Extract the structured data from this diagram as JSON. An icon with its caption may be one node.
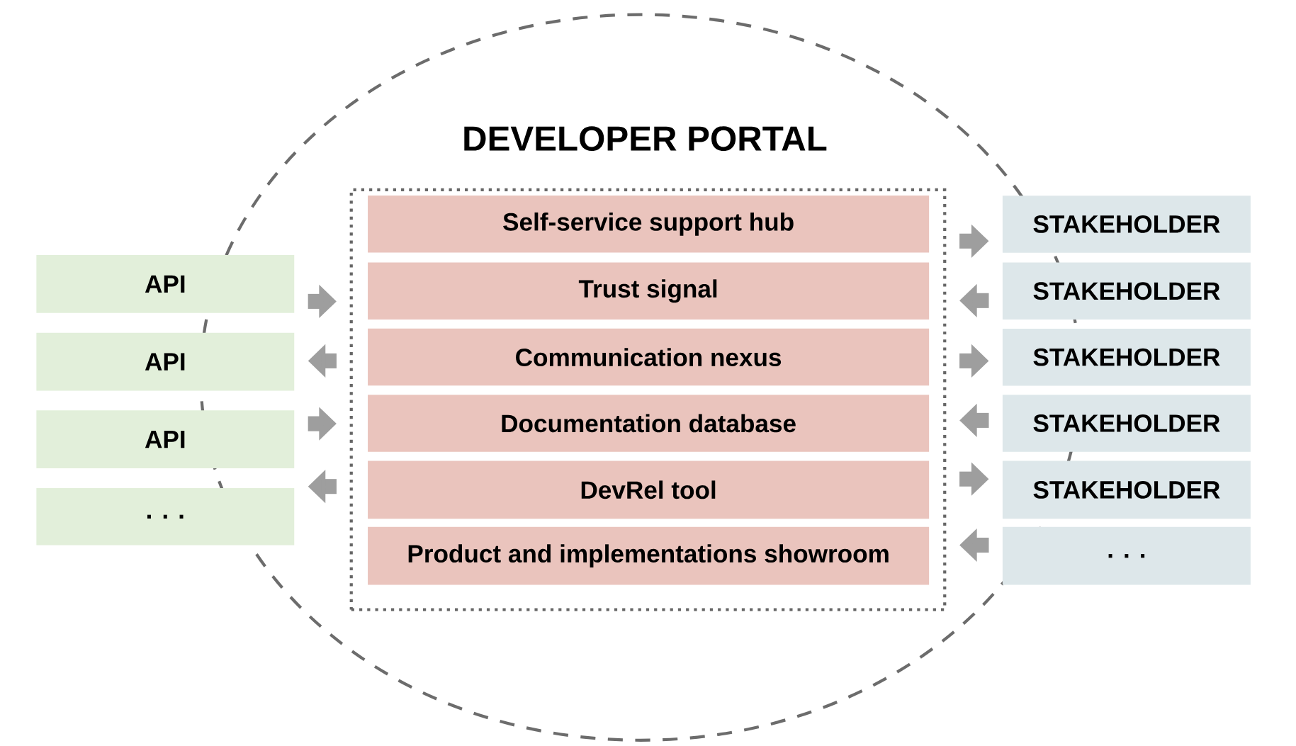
{
  "diagram": {
    "nodes": [
      {
        "text": [
          "DEVELOPER PORTAL"
        ]
      },
      {
        "text": [],
        "shape": "box",
        "in": 0
      },
      {
        "text": [
          "Self-service support hub"
        ],
        "in": 1
      },
      {
        "text": [
          "Trust signal"
        ],
        "in": 1
      },
      {
        "text": [
          "Communication nexus"
        ],
        "in": 1
      },
      {
        "text": [
          "Documentation database"
        ],
        "in": 1
      },
      {
        "text": [
          "DevRel tool"
        ],
        "in": 1
      },
      {
        "text": [
          "Product and implementations showroom"
        ],
        "in": 1
      },
      {
        "text": [
          "API"
        ]
      },
      {
        "text": [
          "API"
        ]
      },
      {
        "text": [
          "API"
        ]
      },
      {
        "text": [
          ". . ."
        ]
      },
      {
        "text": [
          "STAKEHOLDER"
        ]
      },
      {
        "text": [
          "STAKEHOLDER"
        ]
      },
      {
        "text": [
          "STAKEHOLDER"
        ]
      },
      {
        "text": [
          "STAKEHOLDER"
        ]
      },
      {
        "text": [
          "STAKEHOLDER"
        ]
      },
      {
        "text": [
          ". . ."
        ]
      }
    ],
    "edges": [
      {
        "from": 8,
        "to": 1,
        "arrow": "to"
      },
      {
        "from": 1,
        "to": 9,
        "arrow": "to"
      },
      {
        "from": 10,
        "to": 1,
        "arrow": "to"
      },
      {
        "from": 1,
        "to": 11,
        "arrow": "to"
      },
      {
        "from": 1,
        "to": 12,
        "arrow": "to"
      },
      {
        "from": 13,
        "to": 1,
        "arrow": "to"
      },
      {
        "from": 1,
        "to": 14,
        "arrow": "to"
      },
      {
        "from": 15,
        "to": 1,
        "arrow": "to"
      },
      {
        "from": 1,
        "to": 16,
        "arrow": "to"
      },
      {
        "from": 17,
        "to": 1,
        "arrow": "to"
      }
    ]
  }
}
